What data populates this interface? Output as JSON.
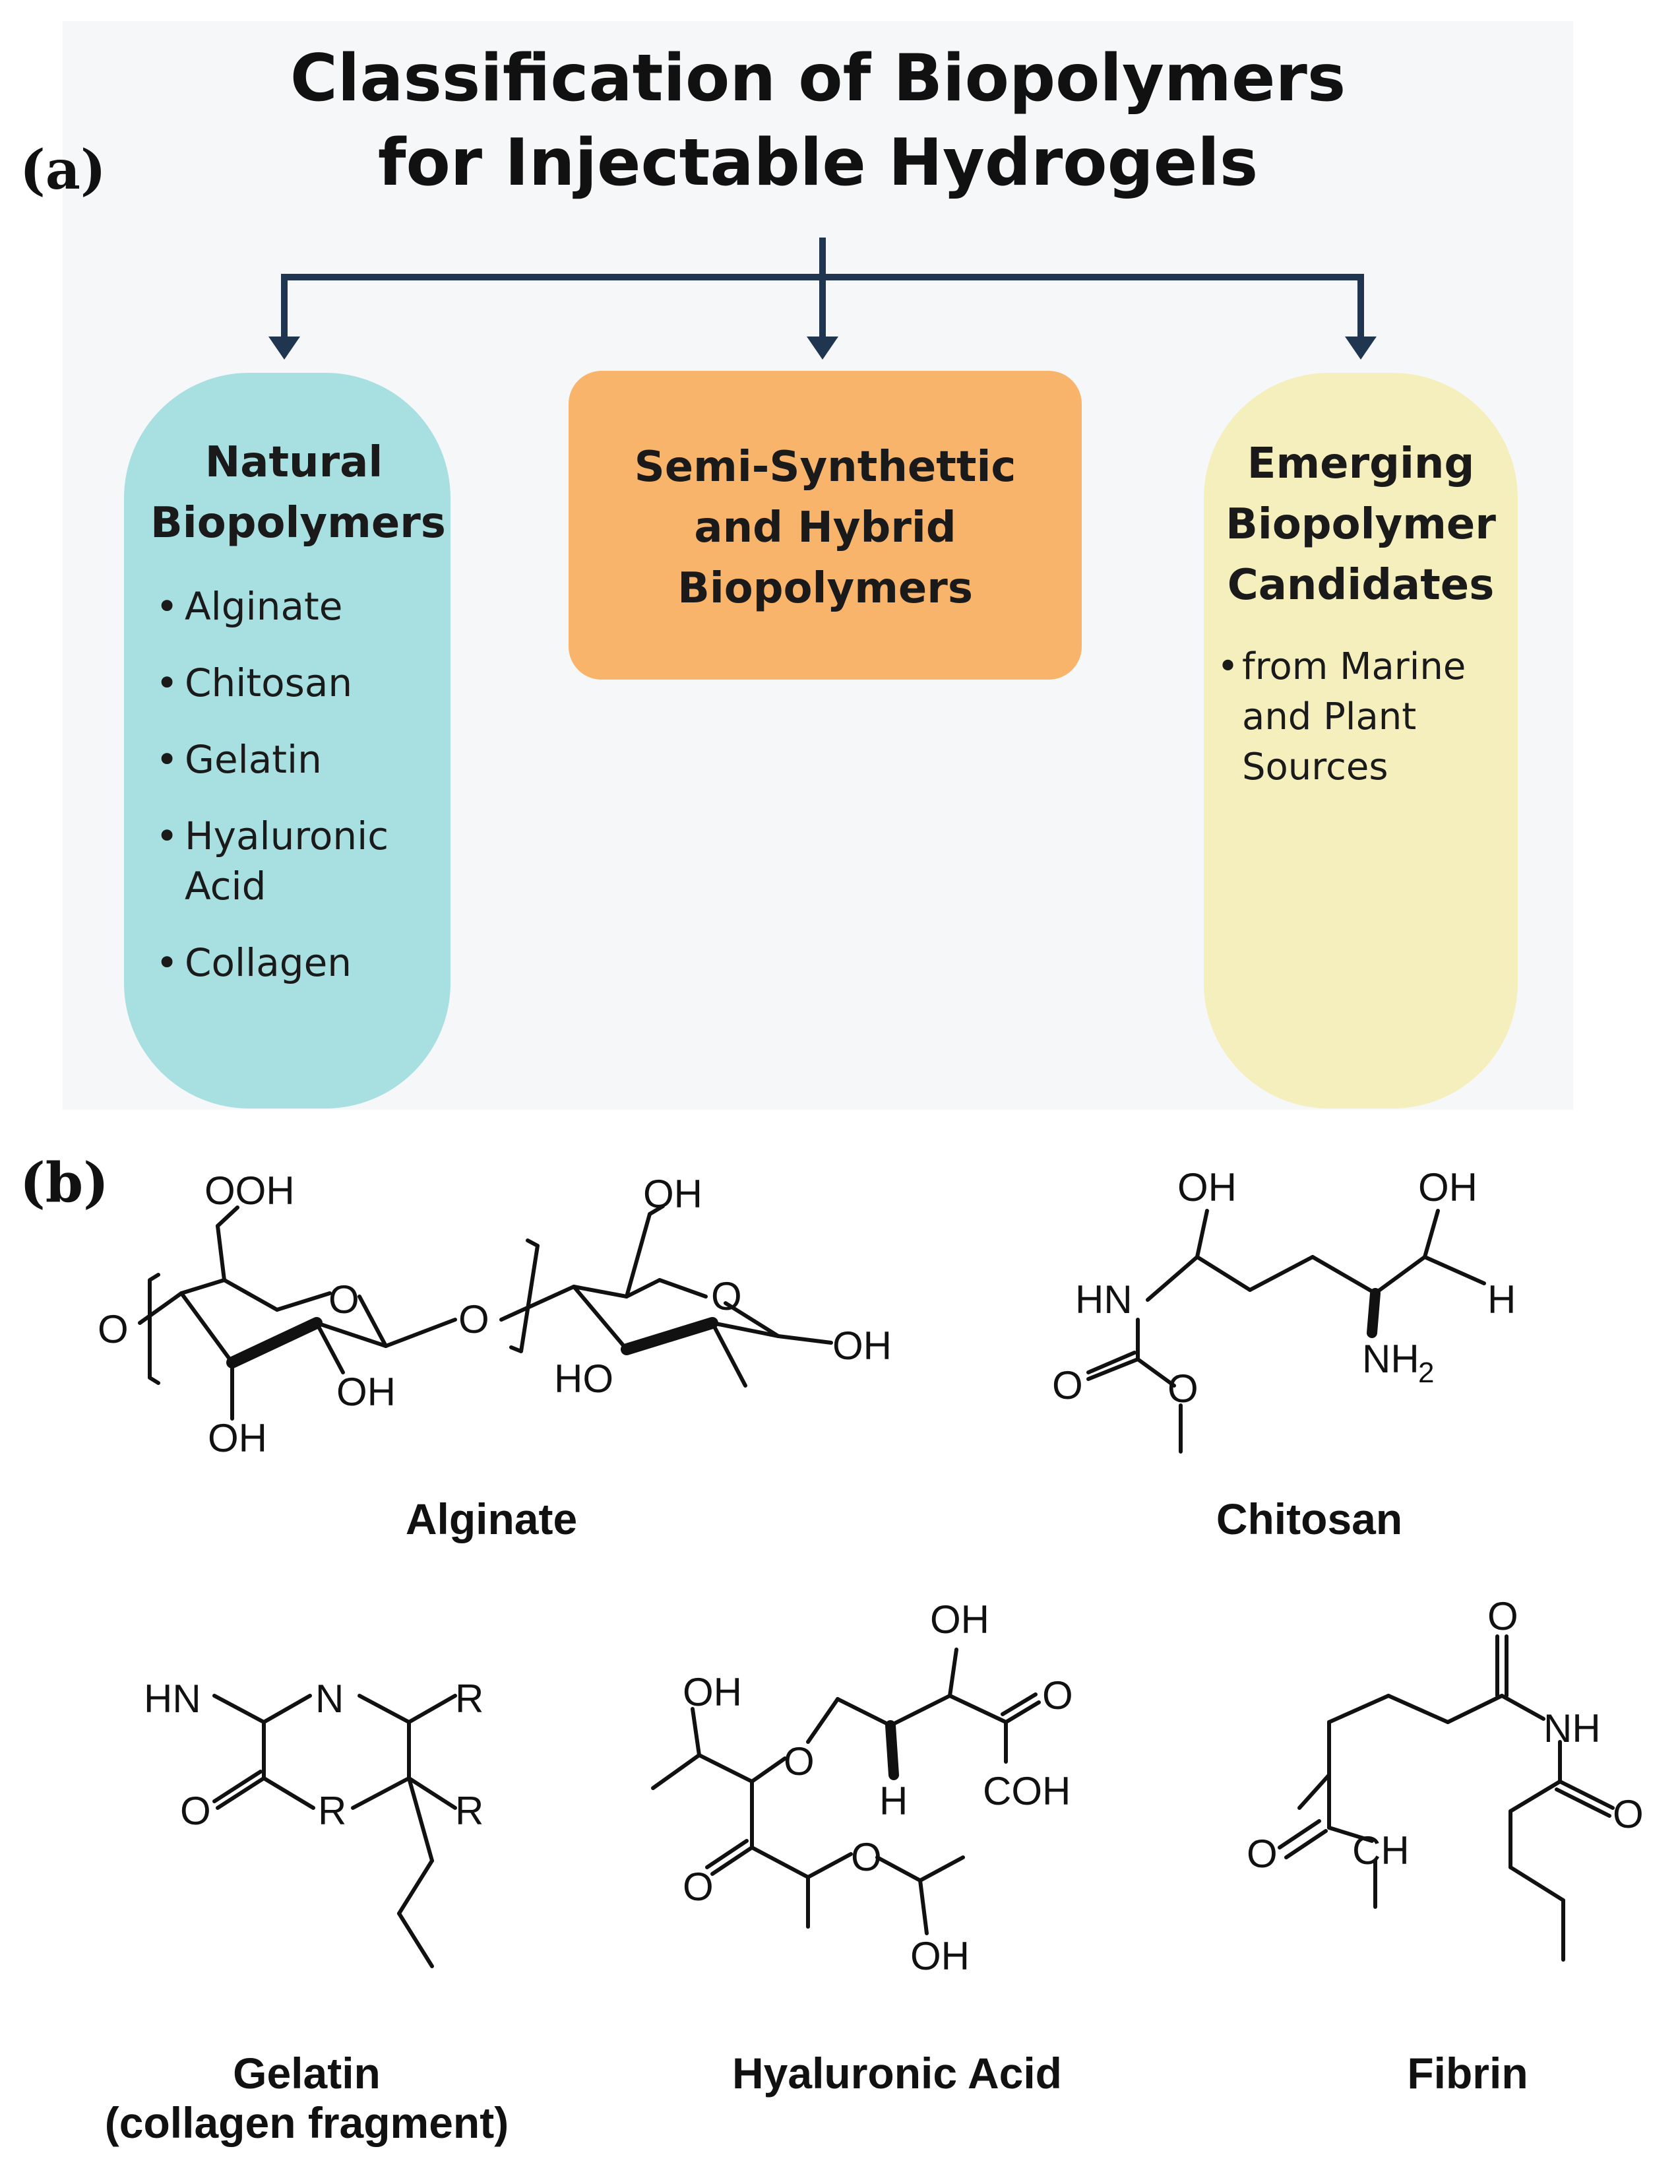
{
  "panel_a": {
    "label": "(a)",
    "title_line1": "Classification of Biopolymers",
    "title_line2": "for Injectable Hydrogels",
    "colors": {
      "arrow": "#1f3550",
      "natural": "#a8dfe0",
      "semi": "#f8b46b",
      "emerging": "#f5efbd"
    },
    "natural": {
      "heading_line1": "Natural",
      "heading_line2": "Biopolymers",
      "items": [
        "Alginate",
        "Chitosan",
        "Gelatin",
        "Hyaluronic Acid",
        "Collagen"
      ]
    },
    "semi": {
      "heading_line1": "Semi-Synthettic",
      "heading_line2": "and Hybrid",
      "heading_line3": "Biopolymers"
    },
    "emerging": {
      "heading_line1": "Emerging",
      "heading_line2": "Biopolymer",
      "heading_line3": "Candidates",
      "items": [
        "from Marine and Plant Sources"
      ]
    }
  },
  "panel_b": {
    "label": "(b)",
    "molecules": {
      "alginate": {
        "name": "Alginate",
        "atoms": [
          "OOH",
          "O",
          "O",
          "O",
          "OH",
          "OH",
          "OH",
          "O",
          "HO",
          "OH"
        ]
      },
      "chitosan": {
        "name": "Chitosan",
        "atoms": [
          "OH",
          "OH",
          "HN",
          "H",
          "NH",
          "2",
          "O",
          "O"
        ]
      },
      "gelatin": {
        "name_line1": "Gelatin",
        "name_line2": "(collagen fragment)",
        "atoms": [
          "HN",
          "N",
          "R",
          "O",
          "R",
          "R"
        ]
      },
      "hyaluronic": {
        "name": "Hyaluronic Acid",
        "atoms": [
          "OH",
          "OH",
          "O",
          "O",
          "H",
          "COH",
          "O",
          "O",
          "OH"
        ]
      },
      "fibrin": {
        "name": "Fibrin",
        "atoms": [
          "O",
          "NH",
          "O",
          "CH",
          "O"
        ]
      }
    }
  }
}
